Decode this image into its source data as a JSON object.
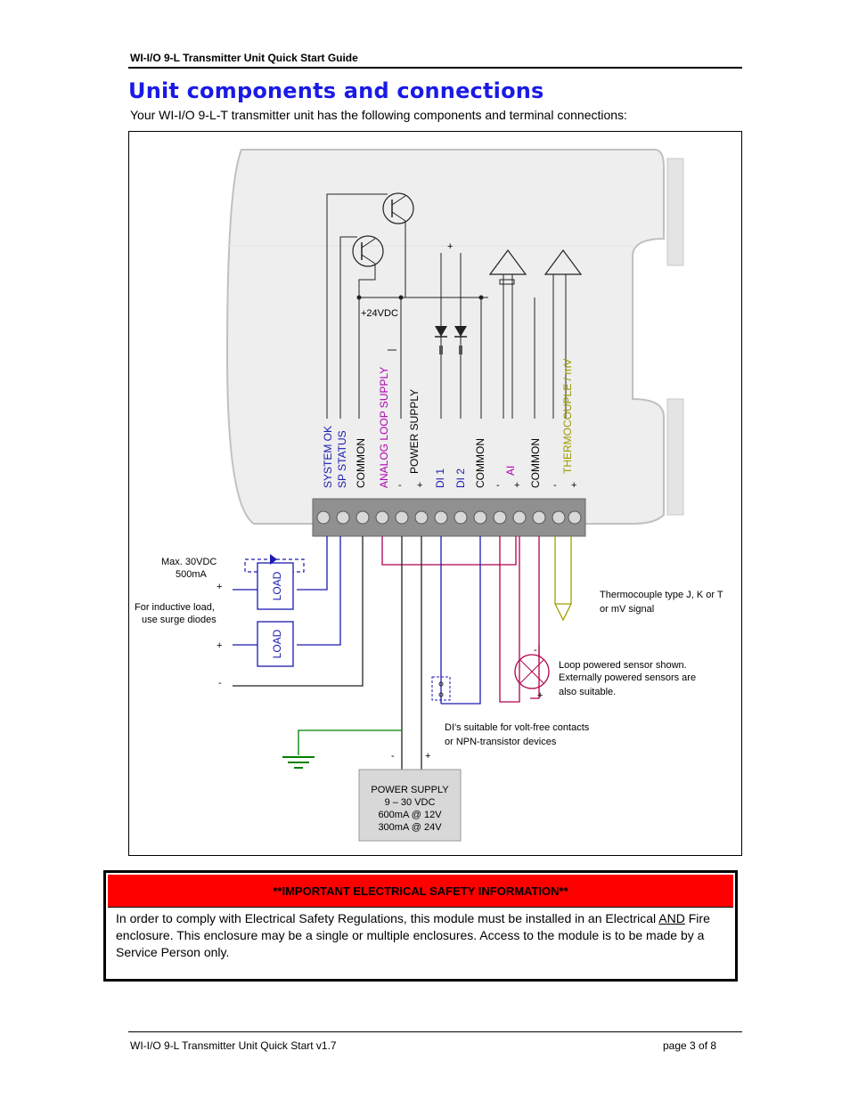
{
  "header": {
    "title": "WI-I/O 9-L Transmitter Unit Quick Start Guide"
  },
  "section": {
    "title": "Unit components and connections",
    "intro": "Your WI-I/O 9-L-T transmitter unit has the following components and terminal connections:"
  },
  "diagram": {
    "supply_24v": "+24VDC",
    "terminals": [
      {
        "label": "SYSTEM OK",
        "color": "#1a1ab0"
      },
      {
        "label": "SP STATUS",
        "color": "#1a1ab0"
      },
      {
        "label": "COMMON",
        "color": "#000000"
      },
      {
        "label": "ANALOG LOOP SUPPLY",
        "color": "#b000b0"
      },
      {
        "label": "POWER SUPPLY",
        "color": "#000000"
      },
      {
        "label": "DI 1",
        "color": "#1a1ab0"
      },
      {
        "label": "DI 2",
        "color": "#1a1ab0"
      },
      {
        "label": "COMMON",
        "color": "#000000"
      },
      {
        "label": "AI",
        "color": "#b000b0"
      },
      {
        "label": "COMMON",
        "color": "#000000"
      },
      {
        "label": "THERMOCOUPLE / mV",
        "color": "#9a9a00"
      }
    ],
    "polarity": {
      "minus": "-",
      "plus": "+"
    },
    "load_label": "LOAD",
    "max_rating_line1": "Max. 30VDC",
    "max_rating_line2": "500mA",
    "inductive_line1": "For inductive load,",
    "inductive_line2": "use surge diodes",
    "thermocouple_note_line1": "Thermocouple type J, K or T",
    "thermocouple_note_line2": "or mV signal",
    "loop_note_line1": "Loop powered sensor shown.",
    "loop_note_line2": "Externally powered sensors are",
    "loop_note_line3": "also suitable.",
    "di_note_line1": "DI's suitable for volt-free contacts",
    "di_note_line2": "or NPN-transistor devices",
    "power_supply_box": {
      "line1": "POWER SUPPLY",
      "line2": "9 – 30 VDC",
      "line3": "600mA @ 12V",
      "line4": "300mA @ 24V"
    },
    "colors": {
      "blue_wire": "#1a1ab0",
      "red_wire": "#b00050",
      "olive_wire": "#a0a000",
      "green_ground": "#008000",
      "housing": "#f0f0f0"
    }
  },
  "safety": {
    "heading": "**IMPORTANT ELECTRICAL SAFETY INFORMATION**",
    "text_before": "In order to comply with Electrical Safety Regulations, this module must be installed in an Electrical ",
    "text_underlined": "AND",
    "text_after": " Fire enclosure. This enclosure may be a single or multiple enclosures. Access to the module is to be made by a Service Person only."
  },
  "footer": {
    "left": "WI-I/O 9-L Transmitter Unit Quick Start  v1.7",
    "right": "page 3 of 8"
  }
}
